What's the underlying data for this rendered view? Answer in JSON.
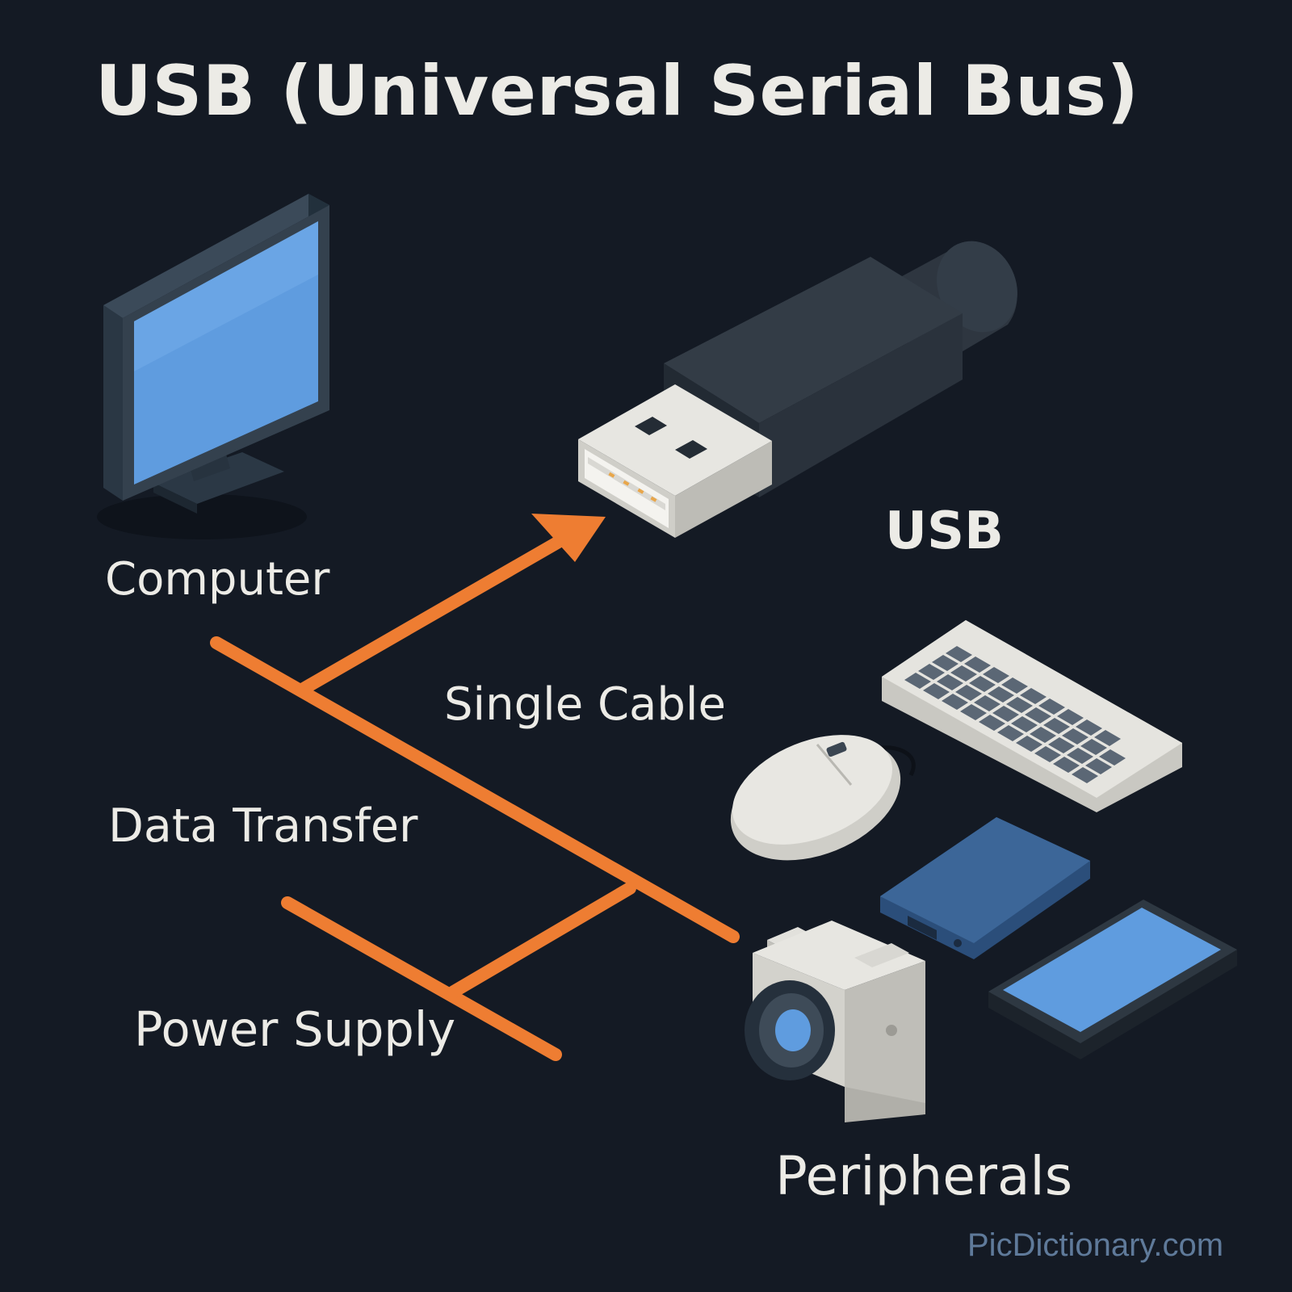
{
  "title": "USB (Universal Serial Bus)",
  "labels": {
    "usb": "USB",
    "computer": "Computer",
    "single_cable": "Single Cable",
    "data_transfer": "Data Transfer",
    "power_supply": "Power Supply",
    "peripherals": "Peripherals"
  },
  "watermark": "PicDictionary.com",
  "colors": {
    "background": "#141a24",
    "accent": "#ee7d32",
    "text": "#ecebe6",
    "screen": "#5f9cdf",
    "device_body": "#2f3c4a",
    "plug_body": "#2c3540",
    "metal": "#e4e3de",
    "drive": "#3c6698",
    "watermark": "#5f7a9a"
  },
  "icons": [
    "computer-monitor-icon",
    "usb-plug-icon",
    "keyboard-icon",
    "mouse-icon",
    "external-drive-icon",
    "tablet-icon",
    "camera-icon"
  ]
}
